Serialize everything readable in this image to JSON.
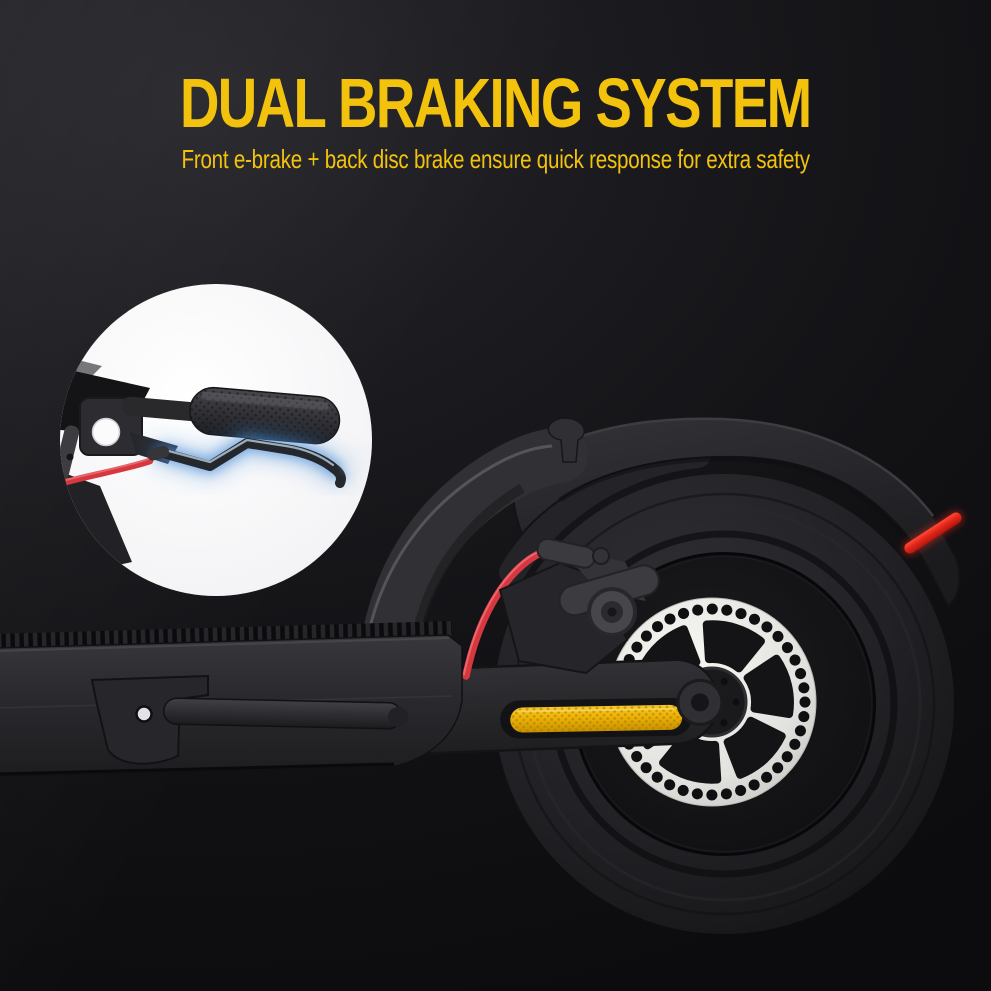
{
  "page": {
    "title": "DUAL BRAKING SYSTEM",
    "subtitle": "Front e-brake + back disc brake ensure quick response for extra safety"
  },
  "colors": {
    "accent_yellow": "#F3C20D",
    "bg_top": "#26262B",
    "bg_bottom": "#0C0C0E",
    "reflector_red": "#E6261A",
    "cable_red": "#D63840",
    "glow_blue": "#4C8FD6",
    "reflector_yellow": "#F0B504",
    "rotor_silver": "#E9E9E5",
    "inset_white": "#FFFFFF"
  },
  "scene": {
    "inset_closeup": {
      "label": "front-e-brake-lever-closeup",
      "parts": [
        "handlebar-grip",
        "brake-lever-blade",
        "front-brake-cable"
      ]
    },
    "scooter_rear": {
      "label": "rear-disc-brake-wheel",
      "parts": [
        "deck",
        "folded-kickstand",
        "swingarm",
        "yellow-side-reflector",
        "tire",
        "disc-brake-rotor",
        "brake-caliper",
        "rear-brake-cable",
        "rear-fender",
        "red-rear-reflector"
      ]
    }
  }
}
